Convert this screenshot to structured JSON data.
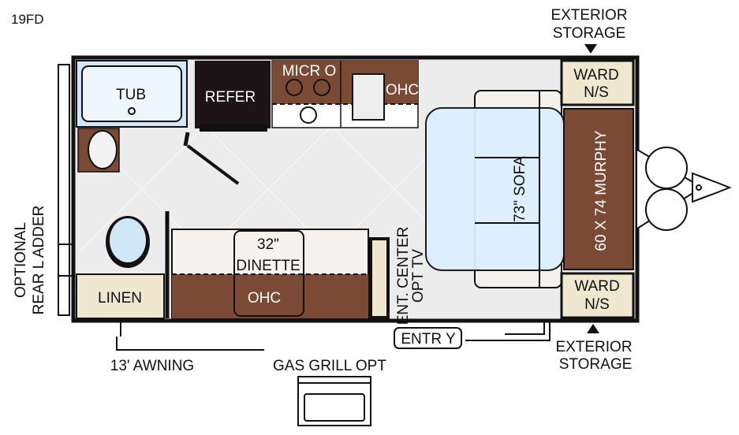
{
  "model": "19FD",
  "colors": {
    "wall": "#111111",
    "brown": "#7a4a34",
    "cream": "#efe7cf",
    "blue": "#dcefff",
    "floor": "#ececec",
    "dark": "#1c1416"
  },
  "labels": {
    "tub": "TUB",
    "refer": "REFER",
    "micro": "MICR O",
    "ohc_kitchen": "OHC",
    "dinette_size": "32\"",
    "dinette": "DINETTE",
    "ohc_dinette": "OHC",
    "linen": "LINEN",
    "ent_center": "ENT. CENTER",
    "opt_tv": "OPT TV",
    "sofa": "73\" SOFA",
    "murphy": "60 X 74 MURPHY",
    "ward_top_1": "WARD",
    "ward_top_2": "N/S",
    "ward_bottom_1": "WARD",
    "ward_bottom_2": "N/S",
    "ext_storage_top_1": "EXTERIOR",
    "ext_storage_top_2": "STORAGE",
    "ext_storage_bottom_1": "EXTERIOR",
    "ext_storage_bottom_2": "STORAGE",
    "ladder_1": "OPTIONAL",
    "ladder_2": "REAR L ADDER",
    "awning": "13' AWNING",
    "entry": "ENTR Y",
    "gas_grill": "GAS GRILL OPT"
  }
}
